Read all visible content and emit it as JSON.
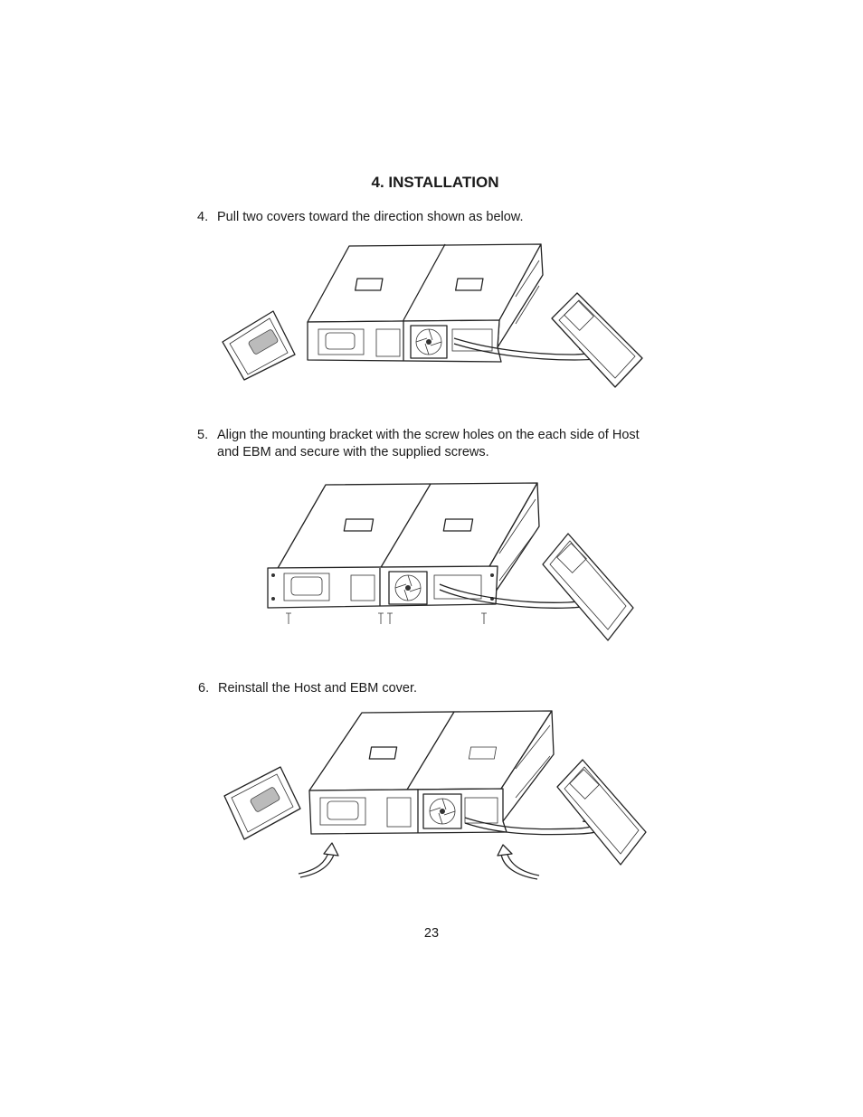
{
  "heading": "4.  INSTALLATION",
  "steps": [
    {
      "num": "4.",
      "line1": "Pull two covers toward the direction shown as below.",
      "line2": ""
    },
    {
      "num": "5.",
      "line1": "Align the mounting bracket with the screw holes on the each side of Host",
      "line2": "and EBM and secure with the supplied screws."
    },
    {
      "num": "6.",
      "line1": "Reinstall the Host and EBM cover.",
      "line2": ""
    }
  ],
  "page_number": "23"
}
